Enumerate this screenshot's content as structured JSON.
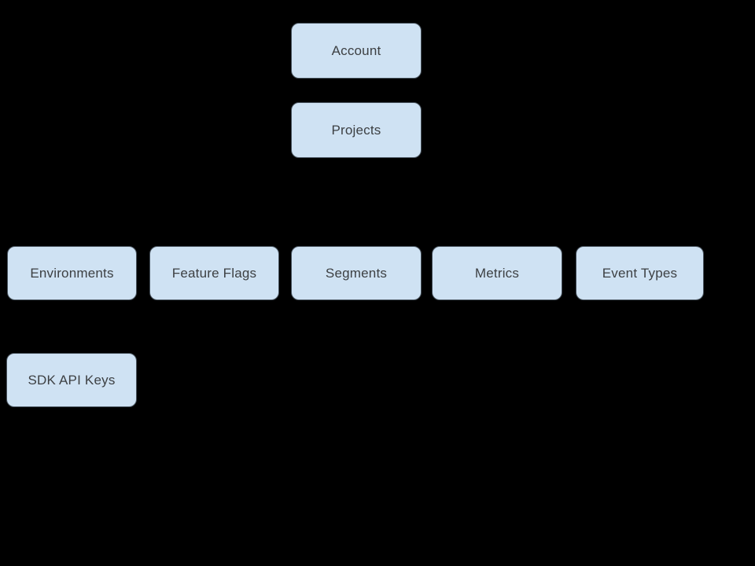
{
  "diagram": {
    "background_color": "#000000",
    "node_fill_color": "#cfe2f3",
    "node_text_color": "#3d4043",
    "nodes": [
      {
        "id": "account",
        "label": "Account"
      },
      {
        "id": "projects",
        "label": "Projects"
      },
      {
        "id": "environments",
        "label": "Environments"
      },
      {
        "id": "feature-flags",
        "label": "Feature Flags"
      },
      {
        "id": "segments",
        "label": "Segments"
      },
      {
        "id": "metrics",
        "label": "Metrics"
      },
      {
        "id": "event-types",
        "label": "Event Types"
      },
      {
        "id": "sdk-api-keys",
        "label": "SDK API Keys"
      }
    ]
  }
}
